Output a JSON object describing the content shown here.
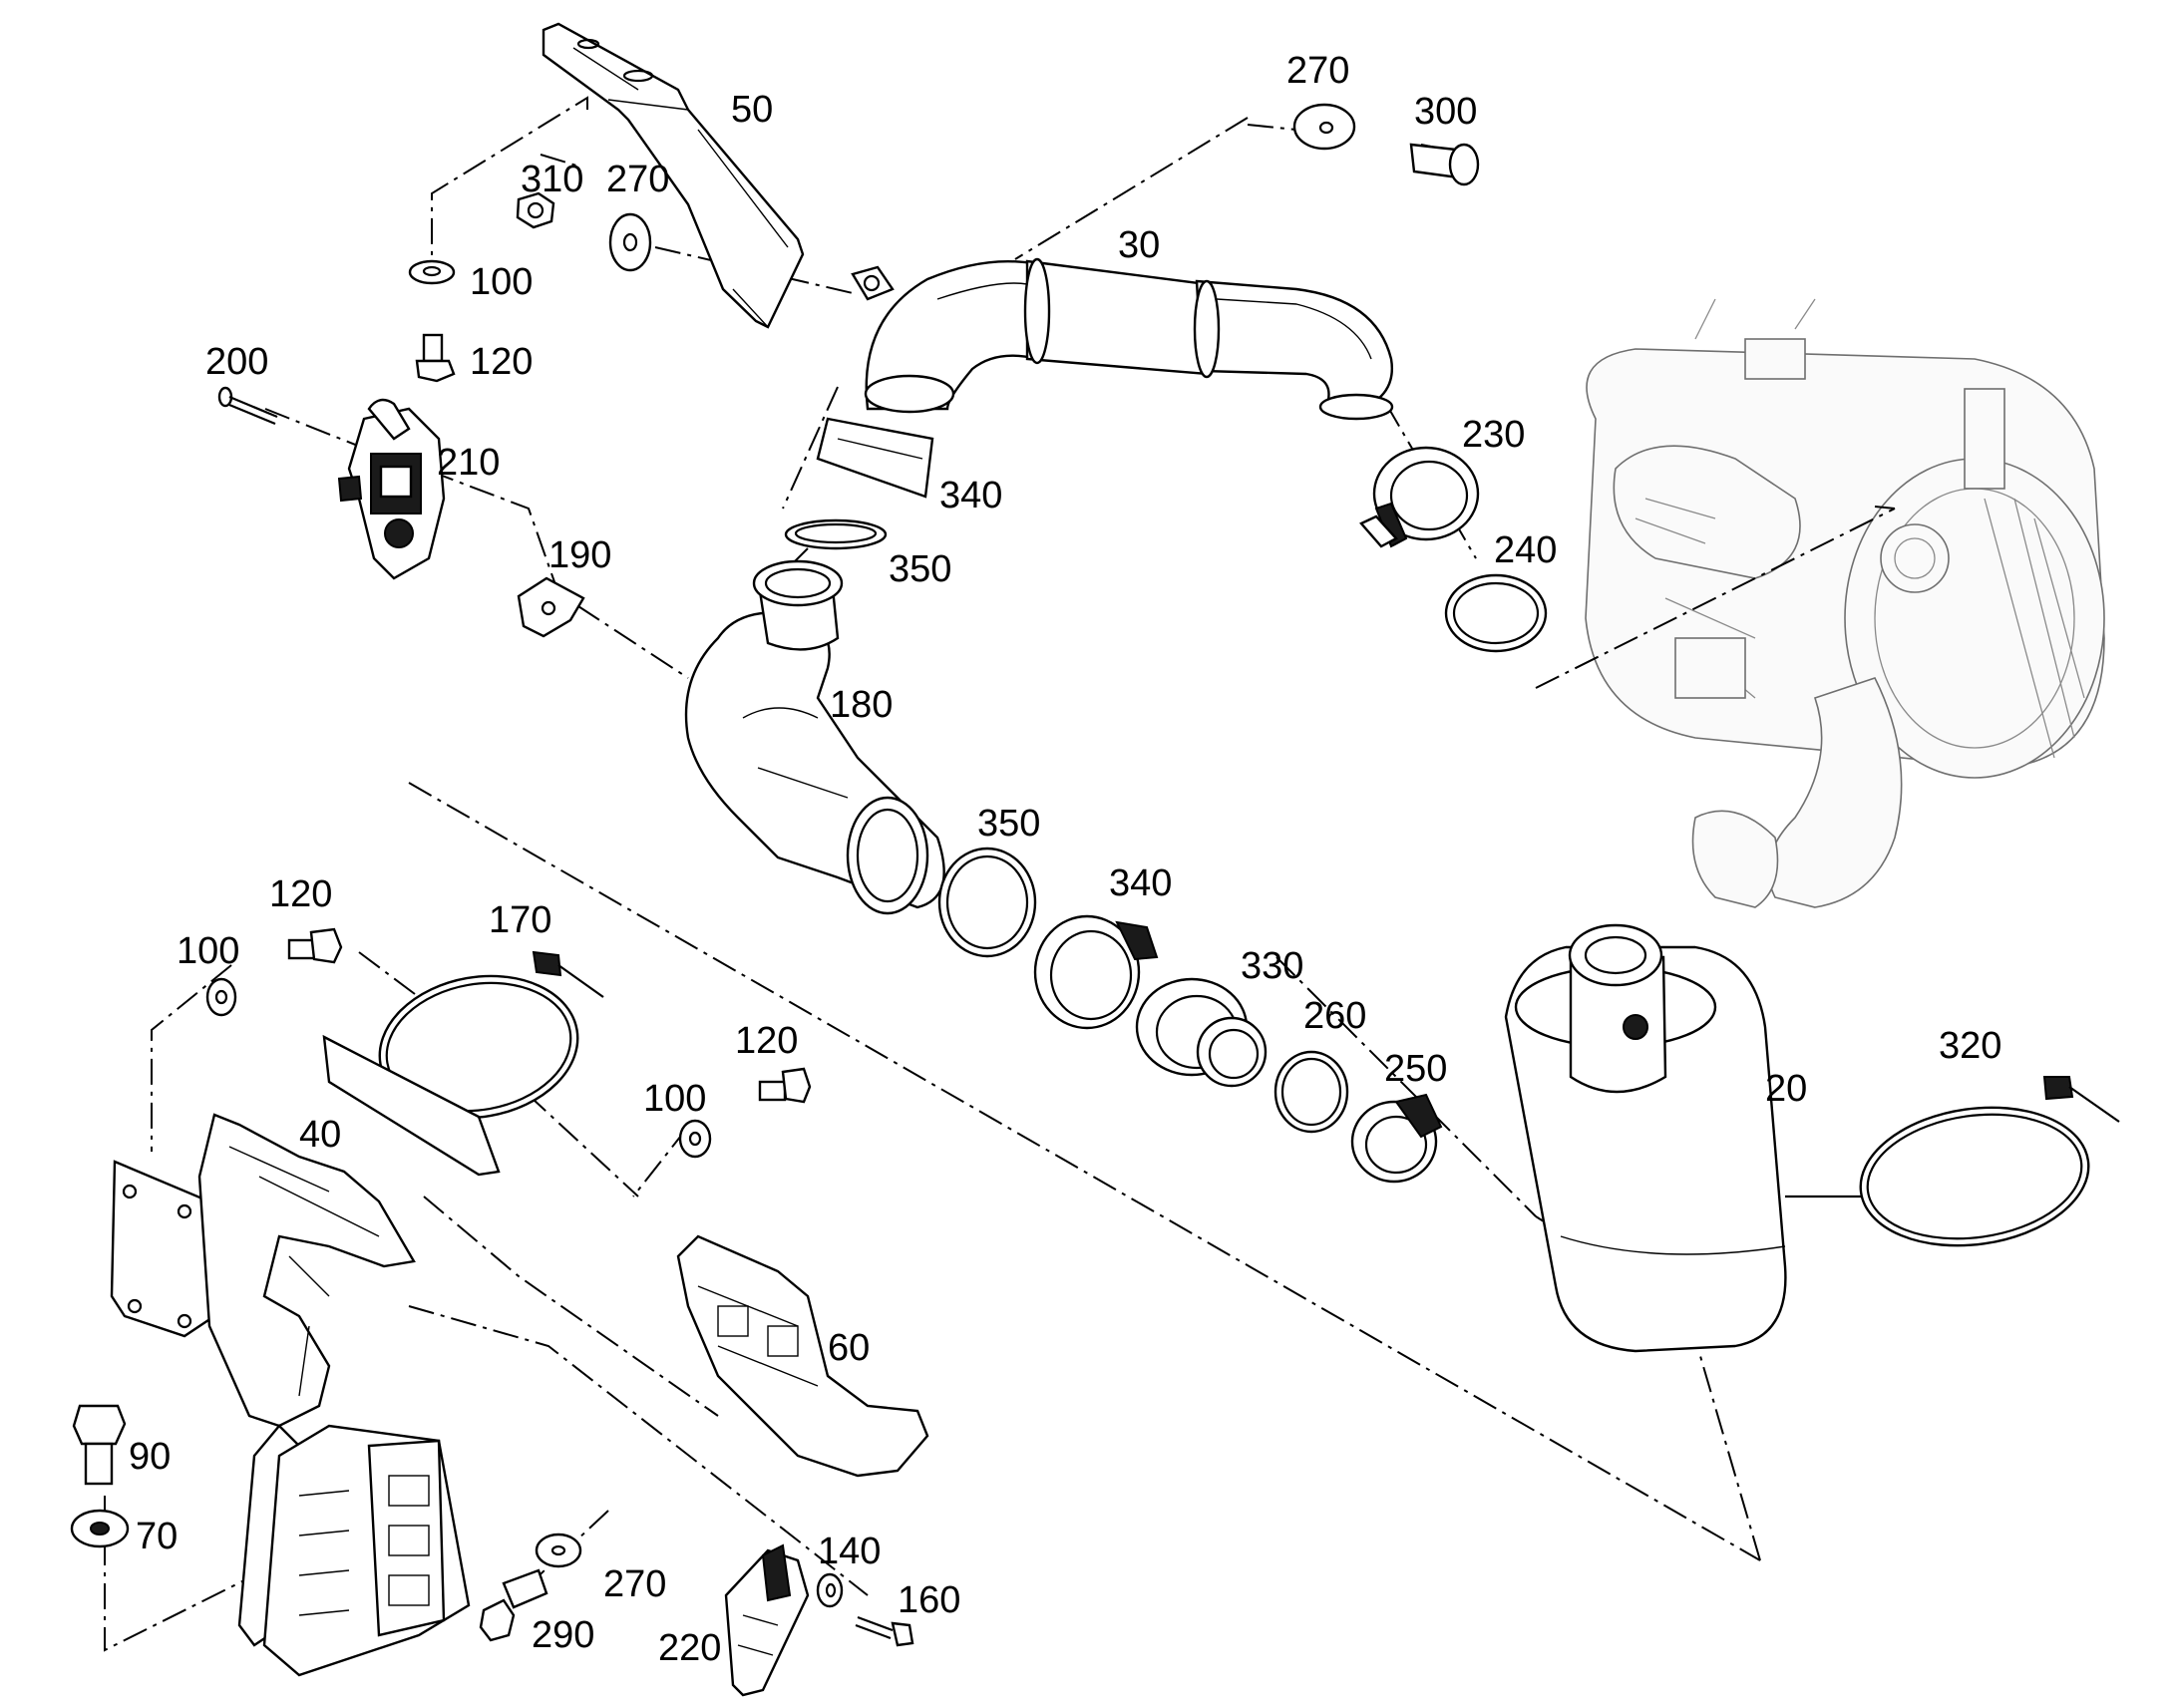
{
  "diagram": {
    "labels": {
      "p20": "20",
      "p30": "30",
      "p40": "40",
      "p50": "50",
      "p60": "60",
      "p70": "70",
      "p90": "90",
      "p100a": "100",
      "p100b": "100",
      "p100c": "100",
      "p120a": "120",
      "p120b": "120",
      "p120c": "120",
      "p140": "140",
      "p160": "160",
      "p170": "170",
      "p180": "180",
      "p190": "190",
      "p200": "200",
      "p210": "210",
      "p220": "220",
      "p230": "230",
      "p240": "240",
      "p250": "250",
      "p260": "260",
      "p270a": "270",
      "p270b": "270",
      "p270c": "270",
      "p290": "290",
      "p300": "300",
      "p310": "310",
      "p320": "320",
      "p330": "330",
      "p340a": "340",
      "p340b": "340",
      "p350a": "350",
      "p350b": "350"
    },
    "colors": {
      "ink": "#000000",
      "ghost": "#8a8a8a",
      "background": "#ffffff"
    }
  }
}
